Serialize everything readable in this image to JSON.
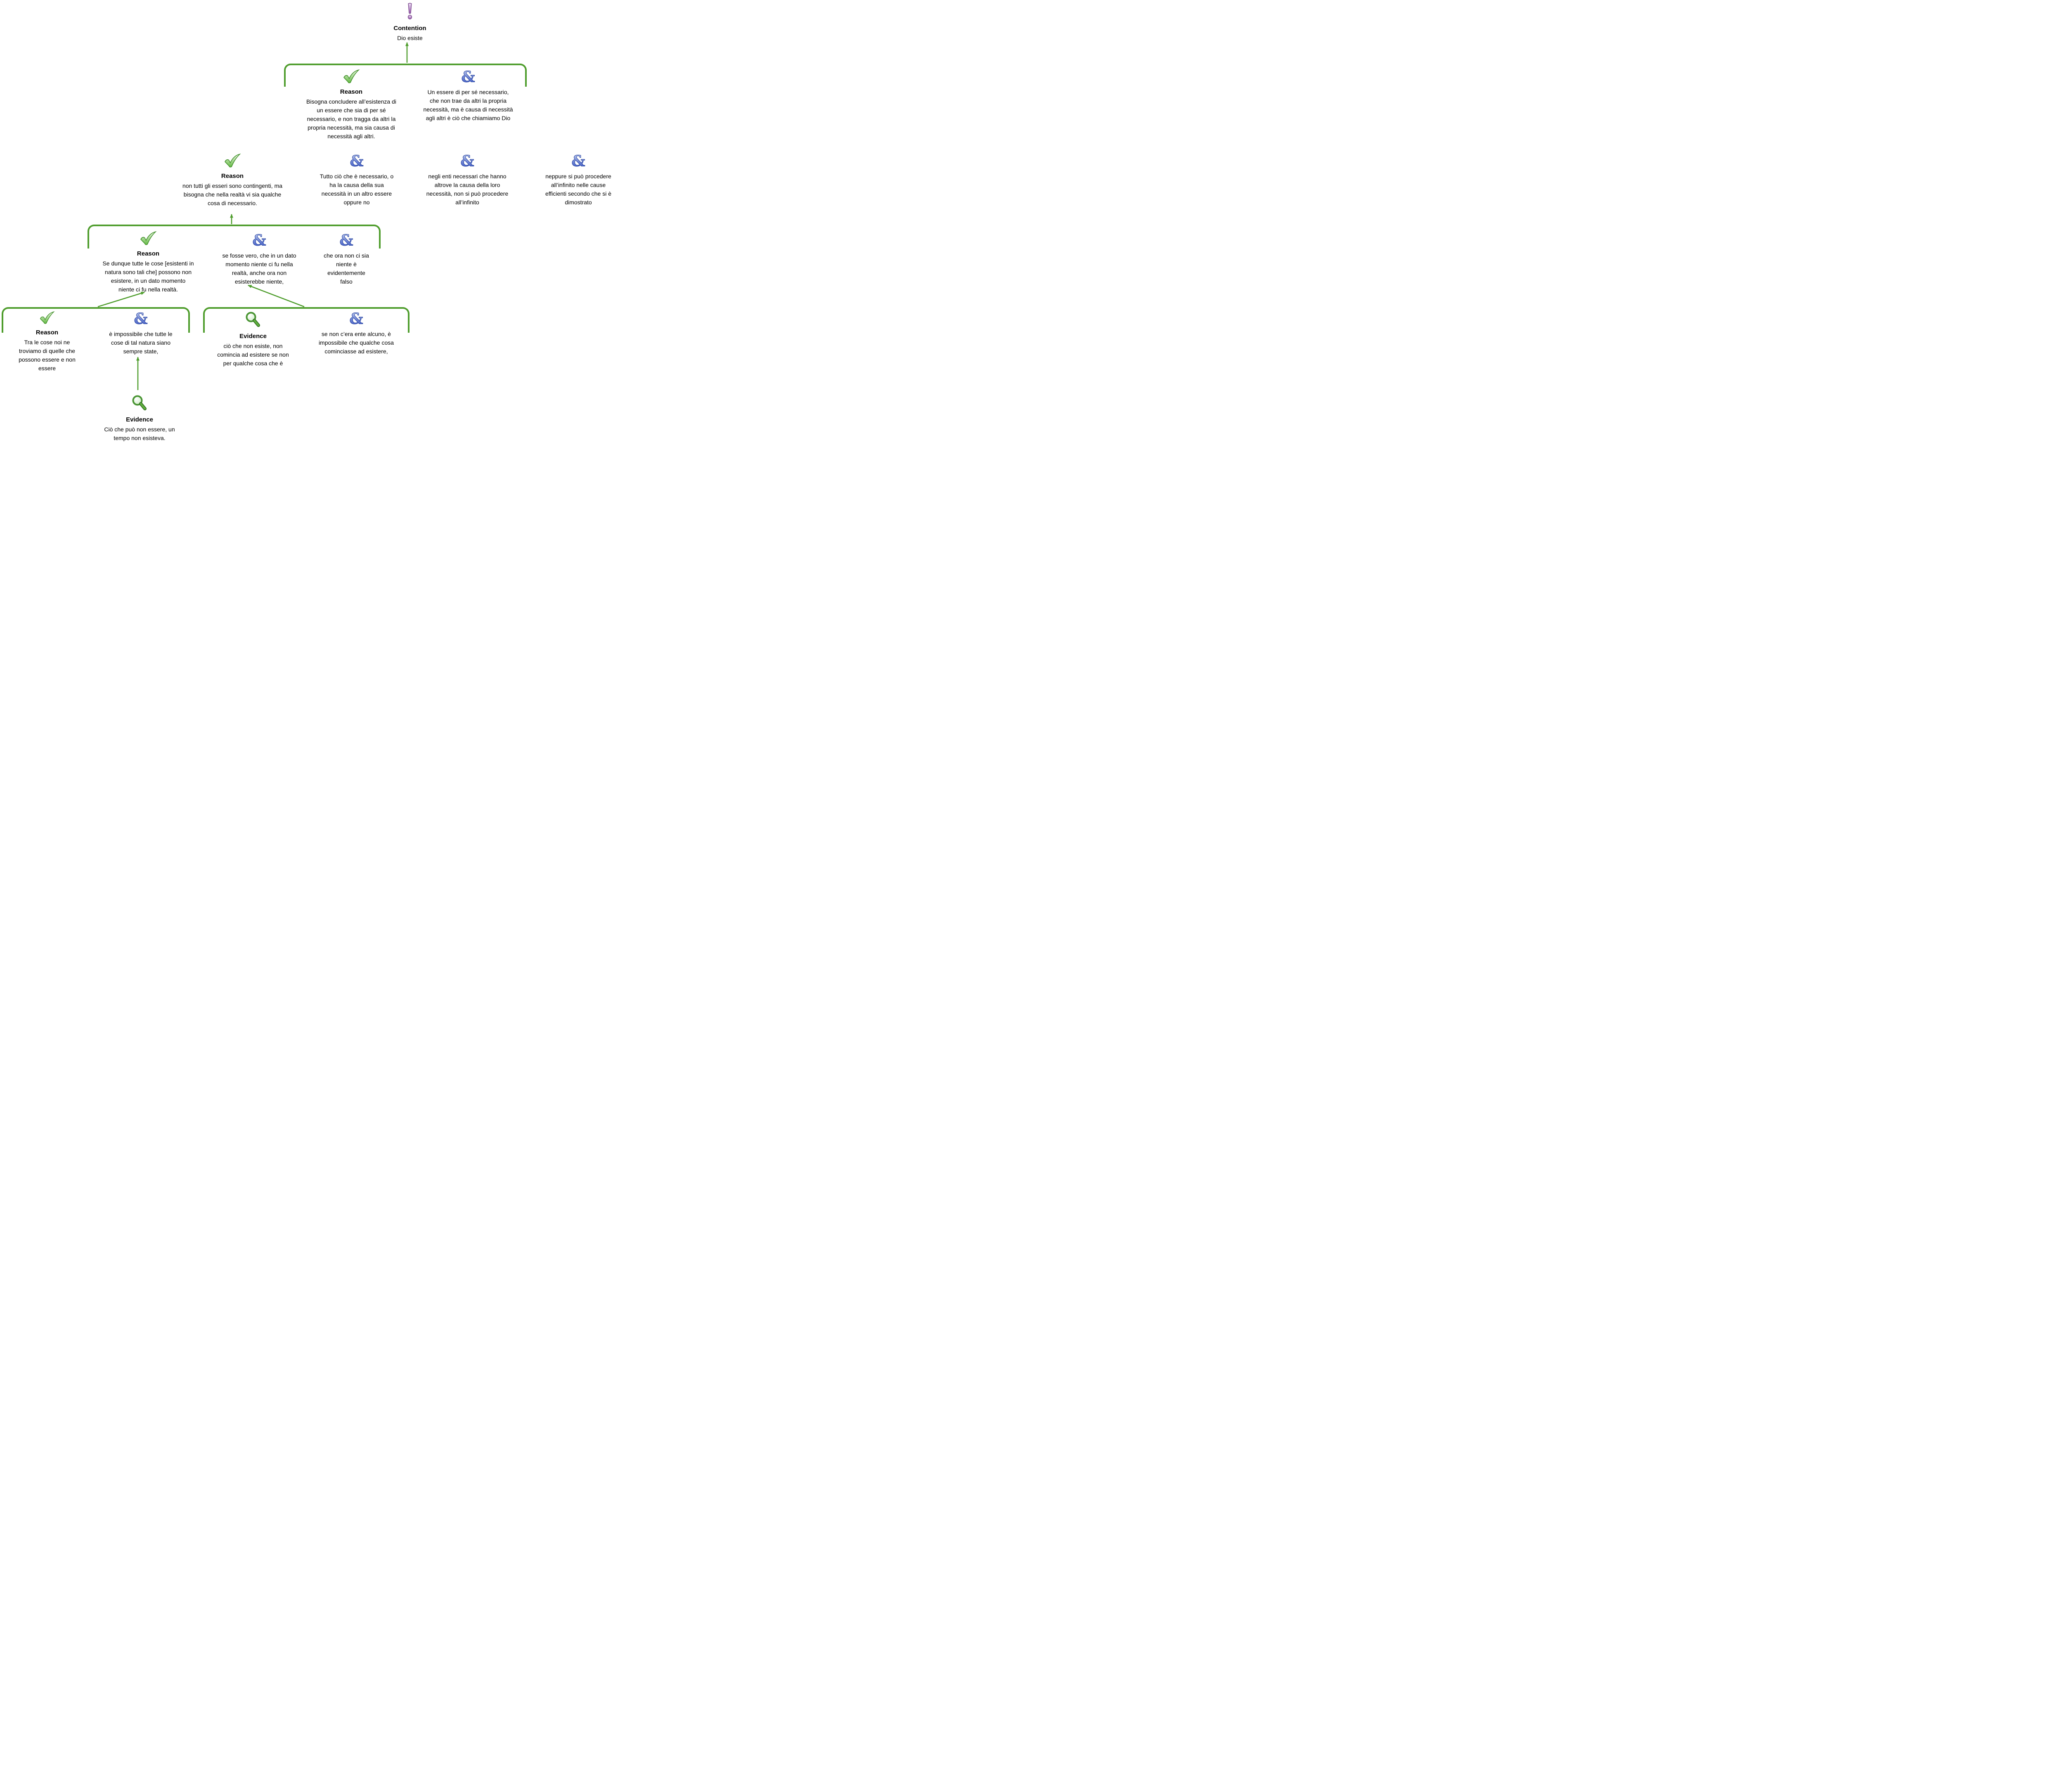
{
  "app": {
    "type": "argument-map"
  },
  "palette": {
    "line_green": "#4f9d2d",
    "check_green": "#63b942",
    "ampersand_blue": "#3350bf",
    "ampersand_blue_light": "#cdd8f2",
    "exclamation_purple": "#9b5fb0",
    "text_color": "#000000"
  },
  "icons": {
    "contention": "exclamation-icon",
    "reason": "check-icon",
    "co_premise": "ampersand-icon",
    "evidence": "magnifier-icon",
    "and_glyph": "&"
  },
  "nodes": {
    "contention": {
      "kind": "contention",
      "label": "Contention",
      "text": "Dio esiste"
    },
    "reason1": {
      "kind": "reason",
      "label": "Reason",
      "text": "Bisogna concludere all’esistenza di\nun essere che sia di per sé\nnecessario, e non tragga da altri la\npropria necessità, ma sia causa di\nnecessità agli altri."
    },
    "and1": {
      "kind": "co-premise",
      "text": "Un essere di per sé necessario,\nche non  trae da altri la propria\nnecessità, ma è causa di necessità\nagli altri è ciò che chiamiamo Dio"
    },
    "reason2": {
      "kind": "reason",
      "label": "Reason",
      "text": "non tutti gli esseri sono contingenti, ma\nbisogna che nella realtà vi sia qualche\ncosa di necessario."
    },
    "and2a": {
      "kind": "co-premise",
      "text": "Tutto ciò che è necessario, o\nha la causa della sua\nnecessità in un altro essere\noppure no"
    },
    "and2b": {
      "kind": "co-premise",
      "text": "negli enti necessari che hanno\naltrove la causa della loro\nnecessità, non si può procedere\nall’infinito"
    },
    "and2c": {
      "kind": "co-premise",
      "text": "neppure si può procedere\nall’infinito nelle cause\nefficienti secondo che si è\ndimostrato"
    },
    "reason3": {
      "kind": "reason",
      "label": "Reason",
      "text": "Se dunque tutte le cose [esistenti in\nnatura sono tali che] possono non\nesistere, in un dato momento\nniente ci fu nella realtà."
    },
    "and3a": {
      "kind": "co-premise",
      "text": "se fosse vero, che in un dato\nmomento niente ci fu nella\nrealtà, anche ora non\nesisterebbe niente,"
    },
    "and3b": {
      "kind": "co-premise",
      "text": "che ora non ci sia\nniente è\nevidentemente\nfalso"
    },
    "reason4": {
      "kind": "reason",
      "label": "Reason",
      "text": "Tra le cose noi ne\ntroviamo di quelle che\npossono essere e non\nessere"
    },
    "and4": {
      "kind": "co-premise",
      "text": "è impossibile che tutte le\ncose di tal natura siano\nsempre state,"
    },
    "evidence1": {
      "kind": "evidence",
      "label": "Evidence",
      "text": "ciò che non esiste, non\ncomincia ad esistere se non\nper qualche cosa che è"
    },
    "and5": {
      "kind": "co-premise",
      "text": "se non c’era ente alcuno, è\nimpossibile che qualche cosa\ncominciasse ad esistere,"
    },
    "evidence2": {
      "kind": "evidence",
      "label": "Evidence",
      "text": "Ciò che può non essere, un\ntempo non esisteva."
    }
  }
}
